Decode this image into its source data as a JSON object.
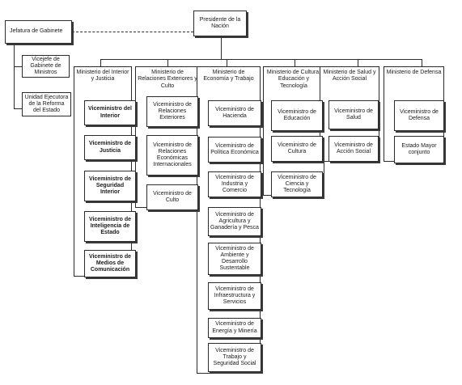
{
  "president": "Presidente de la Nación",
  "jefatura": {
    "title": "Jefatura de Gabinete",
    "children": [
      "Vicejefe de Gabinete de Ministros",
      "Unidad Ejecutora de la Reforma del Estado"
    ]
  },
  "ministries": [
    {
      "title": "Ministerio del Interior y Justicia",
      "vice": [
        "Viceministro del Interior",
        "Viceministro de Justicia",
        "Viceministro de Seguridad Interior",
        "Viceministro de Inteligencia de Estado",
        "Viceministro de Medios de Comunicación"
      ]
    },
    {
      "title": "Ministerio de Relaciones Exteriores y Culto",
      "vice": [
        "Viceministro de Relaciones Exteriores",
        "Viceministro de Relaciones Económicas Internacionales",
        "Viceministro de Culto"
      ]
    },
    {
      "title": "Ministerio de Economía y Trabajo",
      "vice": [
        "Viceministro de Hacienda",
        "Viceministro de Política Económica",
        "Viceministro de Industria y Comercio",
        "Viceministro de Agricultura y Ganadería y Pesca",
        "Viceministro de Ambiente y Desarrollo Sustentable",
        "Viceministro de Infraestructura y Servicios",
        "Viceministro de Energía y Minería",
        "Viceministro de Trabajo y Seguridad Social"
      ]
    },
    {
      "title": "Ministerio de Cultura, Educación y Tecnología",
      "vice": [
        "Viceministro de Educación",
        "Viceministro de Cultura",
        "Viceministro de Ciencia y Tecnología"
      ]
    },
    {
      "title": "Ministerio de Salud y Acción Social",
      "vice": [
        "Viceministro de Salud",
        "Viceministro de Acción Social"
      ]
    },
    {
      "title": "Ministerio de Defensa",
      "vice": [
        "Viceministro de Defensa",
        "Estado Mayor conjunto"
      ]
    }
  ]
}
